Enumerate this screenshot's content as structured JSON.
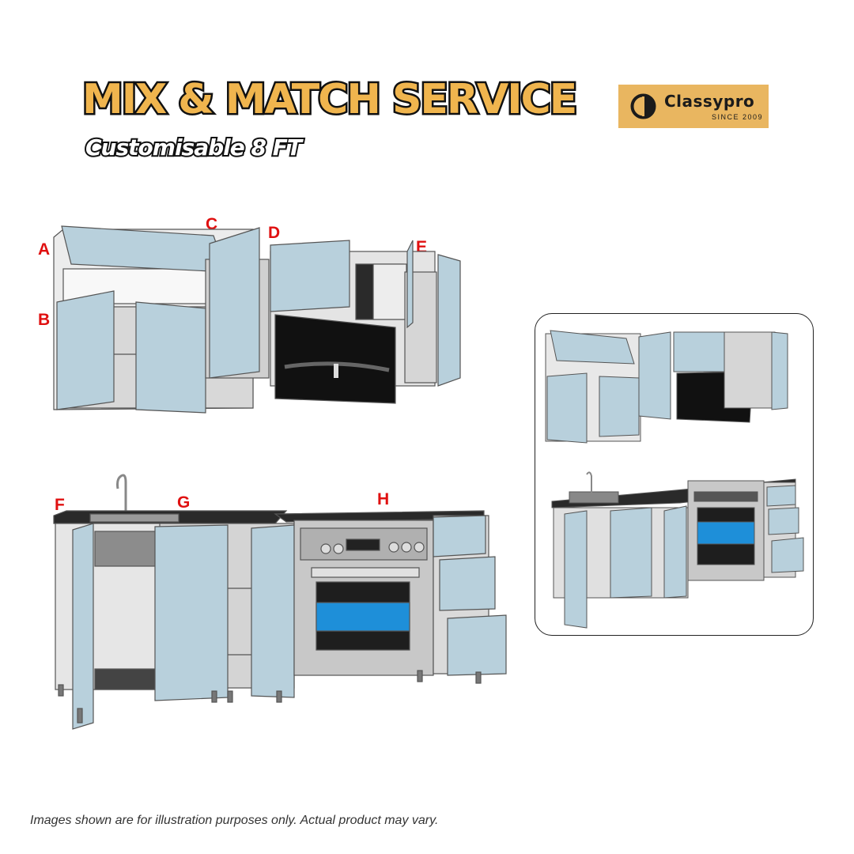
{
  "header": {
    "title": "MIX & MATCH SERVICE",
    "subtitle": "Customisable 8 FT"
  },
  "brand": {
    "name": "Classypro",
    "since": "SINCE 2009",
    "background": "#E9B660"
  },
  "module_labels": {
    "a": "A",
    "b": "B",
    "c": "C",
    "d": "D",
    "e": "E",
    "f": "F",
    "g": "G",
    "h": "H",
    "color": "#E01010"
  },
  "colors": {
    "title_fill": "#F0B54E",
    "door_blue": "#B8D0DC",
    "carcass_grey": "#DADADA",
    "countertop": "#2A2A2A",
    "oven_window": "#1E8FD9"
  },
  "disclaimer": "Images shown are for illustration purposes only. Actual product may vary."
}
